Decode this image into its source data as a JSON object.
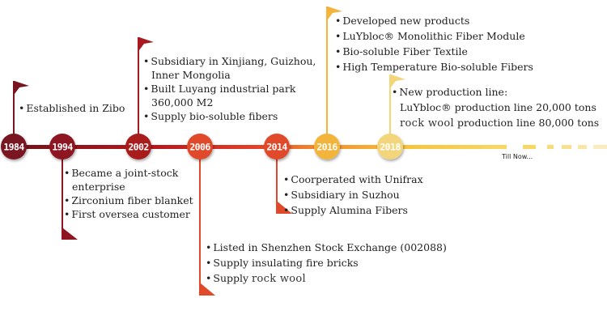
{
  "timeline": {
    "years": [
      "1984",
      "1994",
      "2002",
      "2006",
      "2014",
      "2016",
      "2018"
    ],
    "colors": [
      "#7a1420",
      "#8e1620",
      "#a81a1e",
      "#e04a2a",
      "#e04a2a",
      "#f2b43a",
      "#f3d67c"
    ],
    "till_now": "Till Now..."
  },
  "events": {
    "e1984": [
      "Established in Zibo"
    ],
    "e1994": [
      "Became a joint-stock",
      "enterprise",
      "Zirconium fiber blanket",
      "First oversea customer"
    ],
    "e2002": [
      "Subsidiary in Xinjiang,  Guizhou,",
      "Inner Mongolia",
      "Built Luyang industrial park",
      "360,000 M2",
      "Supply bio-soluble fibers"
    ],
    "e2006": [
      "Listed in Shenzhen Stock Exchange (002088)",
      "Supply insulating fire bricks",
      "Supply ",
      "rock wool"
    ],
    "e2014": [
      "Coorperated with Unifrax",
      "Subsidiary in Suzhou",
      "Supply Alumina Fibers"
    ],
    "e2016": [
      "Developed new products",
      "LuYbloc® Monolithic Fiber Module",
      "Bio-soluble Fiber Textile",
      "High Temperature Bio-soluble Fibers"
    ],
    "e2018": [
      "New production line:",
      "LuYbloc® production line 20,000 tons",
      "rock wool",
      " production line 80,000 tons"
    ]
  }
}
